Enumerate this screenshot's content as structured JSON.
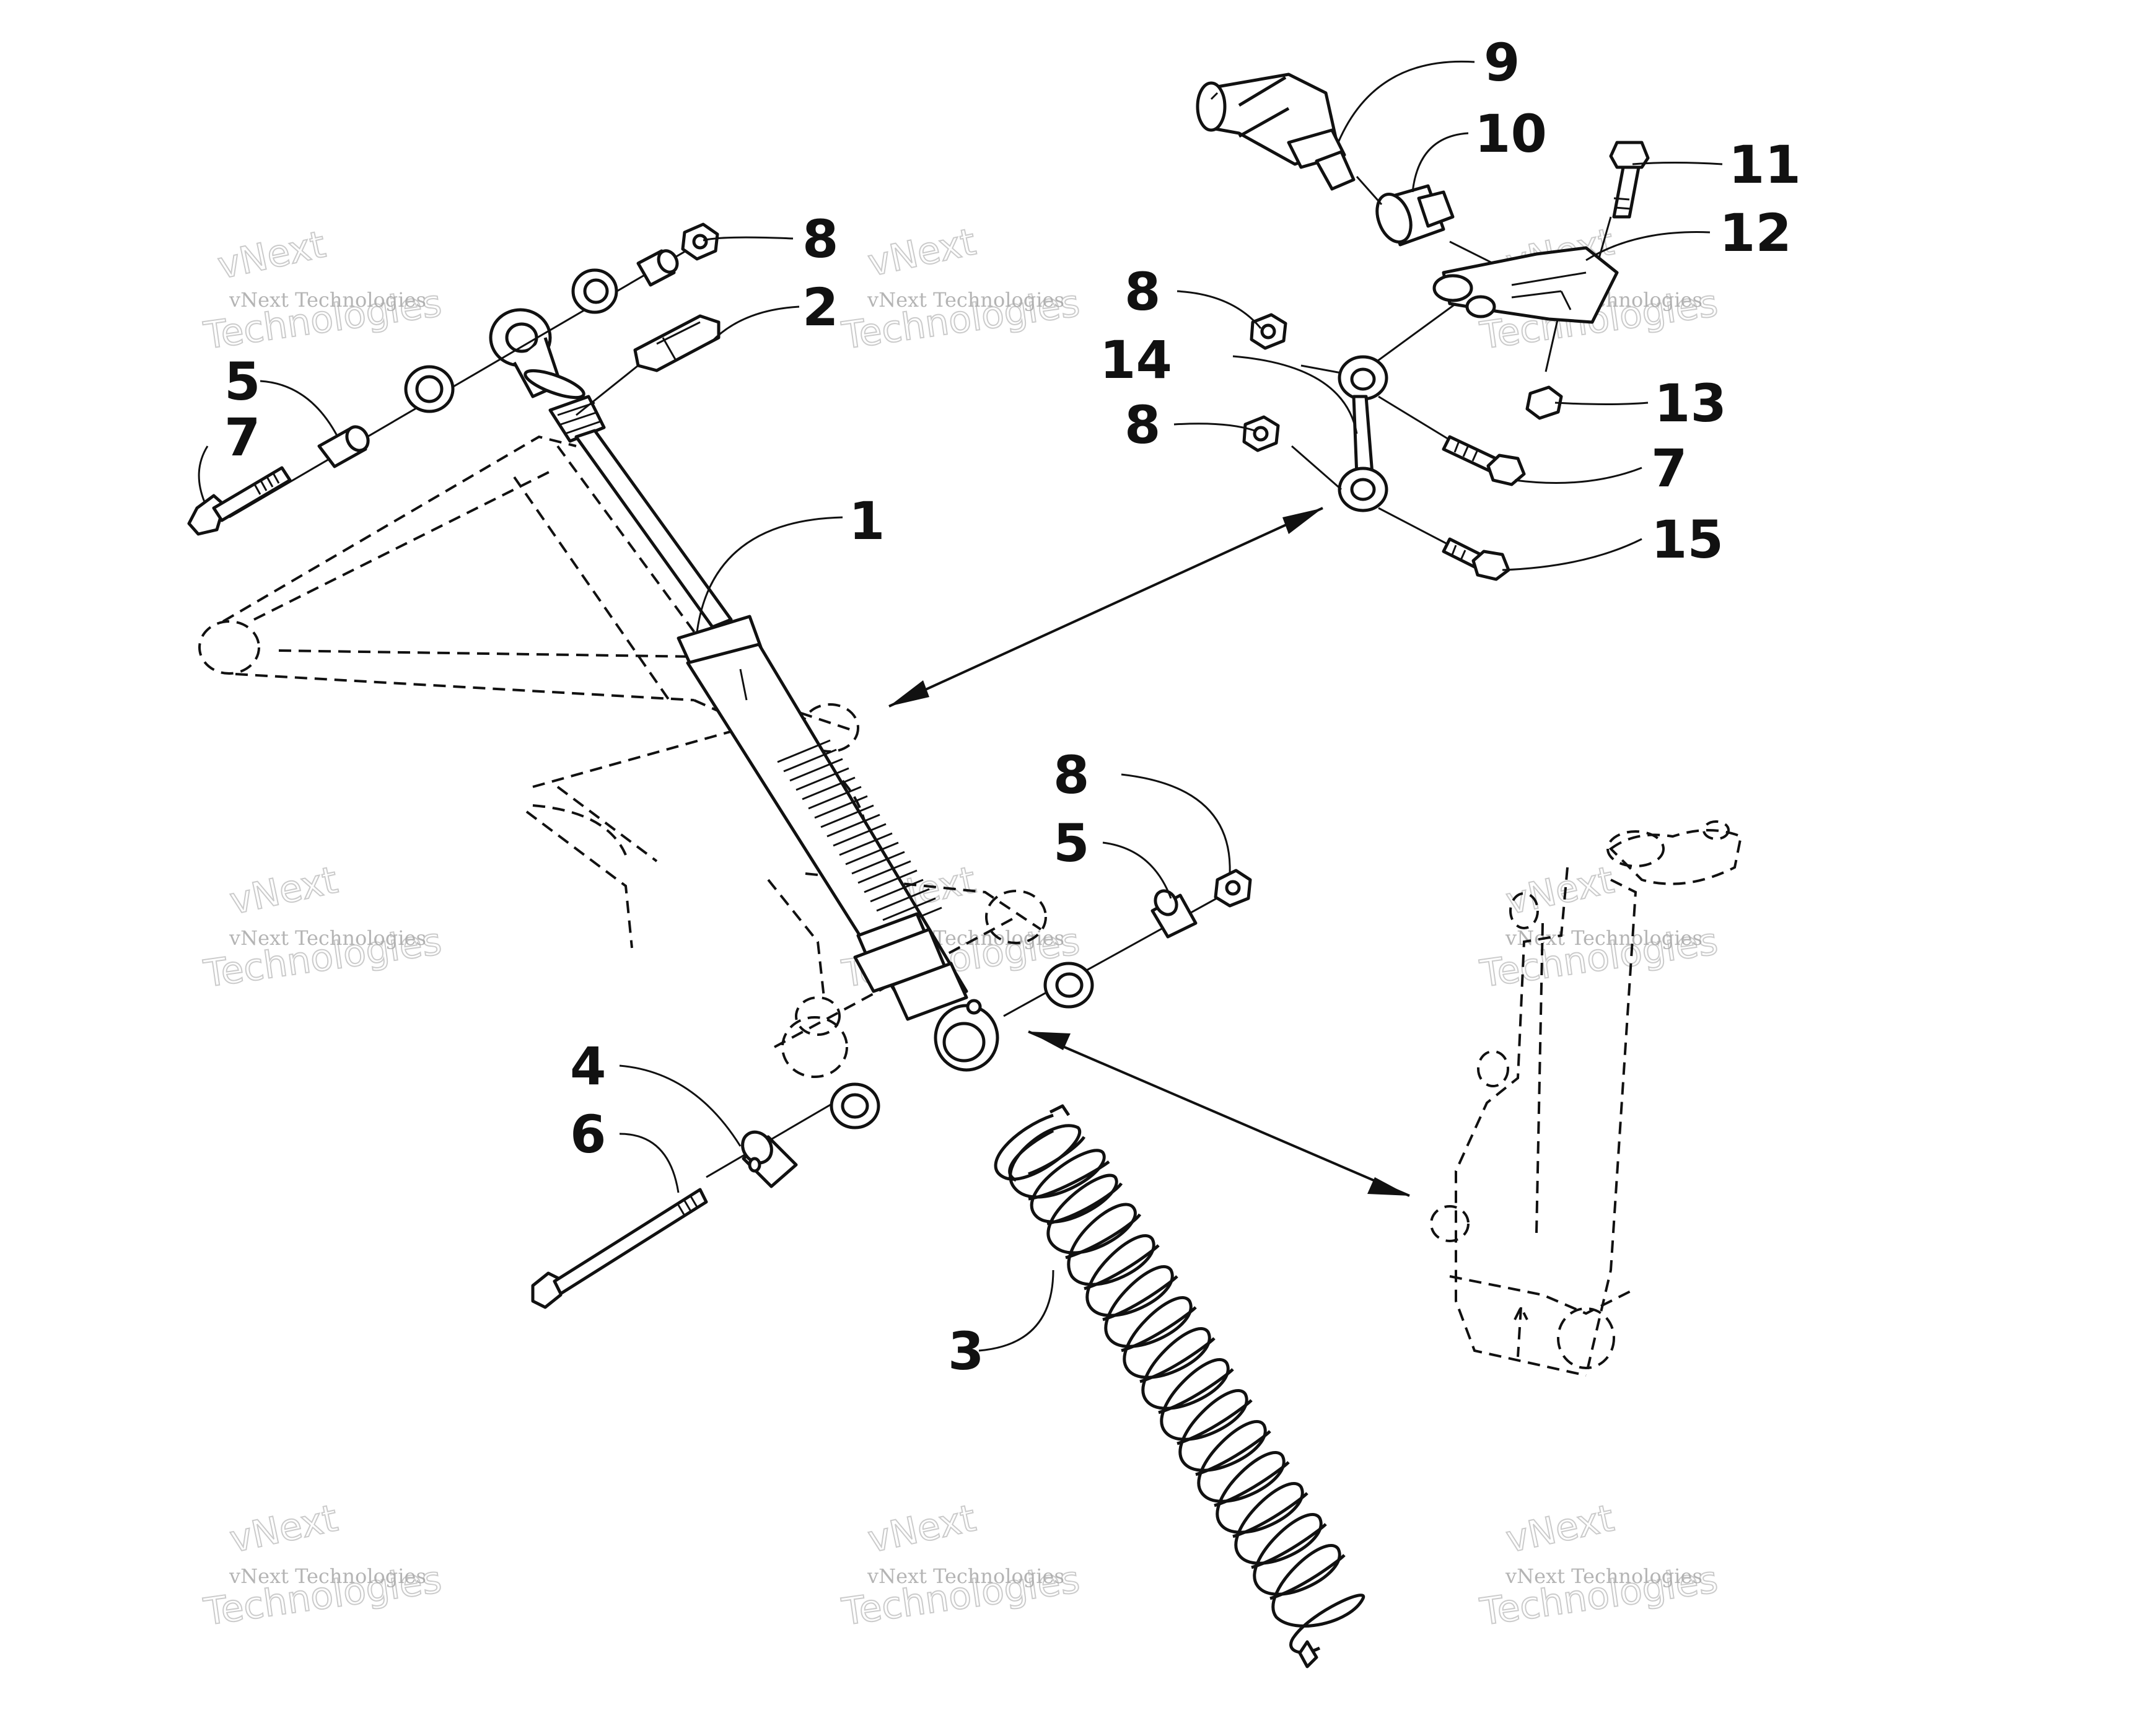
{
  "watermark": {
    "line1": "vNext Technologies",
    "line2": "Technologies",
    "line3": "vNext"
  },
  "callouts": [
    {
      "id": "1",
      "text": "1"
    },
    {
      "id": "2",
      "text": "2"
    },
    {
      "id": "3",
      "text": "3"
    },
    {
      "id": "4",
      "text": "4"
    },
    {
      "id": "5a",
      "text": "5"
    },
    {
      "id": "5b",
      "text": "5"
    },
    {
      "id": "6",
      "text": "6"
    },
    {
      "id": "7a",
      "text": "7"
    },
    {
      "id": "7b",
      "text": "7"
    },
    {
      "id": "8a",
      "text": "8"
    },
    {
      "id": "8b",
      "text": "8"
    },
    {
      "id": "8c",
      "text": "8"
    },
    {
      "id": "8d",
      "text": "8"
    },
    {
      "id": "9",
      "text": "9"
    },
    {
      "id": "10",
      "text": "10"
    },
    {
      "id": "11",
      "text": "11"
    },
    {
      "id": "12",
      "text": "12"
    },
    {
      "id": "13",
      "text": "13"
    },
    {
      "id": "14",
      "text": "14"
    },
    {
      "id": "15",
      "text": "15"
    }
  ]
}
